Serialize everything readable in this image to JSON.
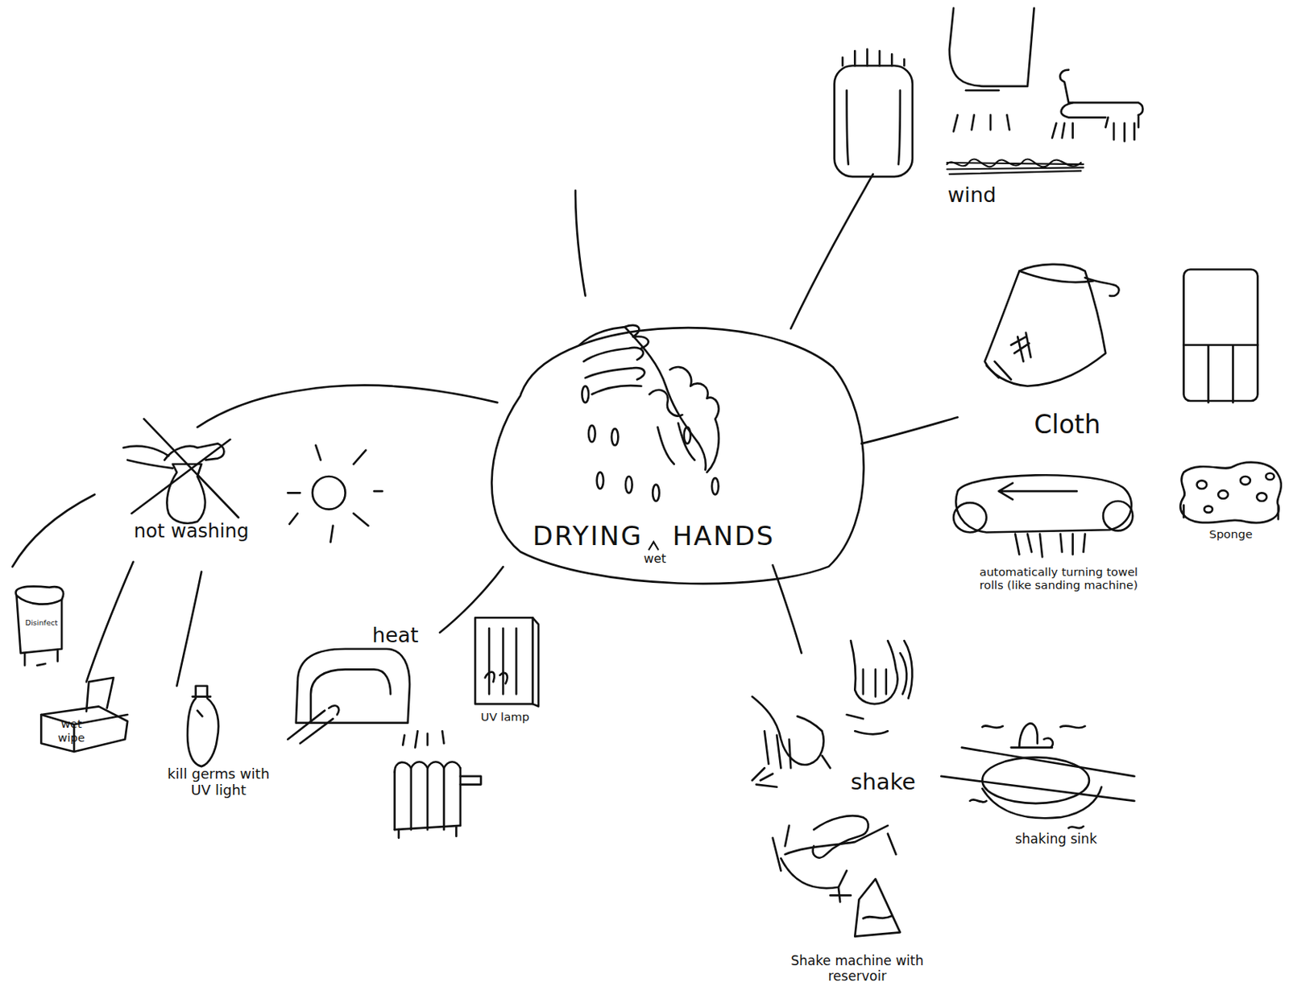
{
  "diagram": {
    "nodes": [
      {
        "text": [
          "DRYING",
          "wet",
          "HANDS"
        ]
      }
    ],
    "labels": [
      "wind",
      "Cloth",
      "Sponge",
      "automatically turning towel rolls (like sanding machine)",
      "shake",
      "shaking sink",
      "Shake machine with reservoir",
      "heat",
      "UV lamp",
      "kill germs with UV light",
      "not washing",
      "Disinfect",
      "wet wipe"
    ]
  }
}
